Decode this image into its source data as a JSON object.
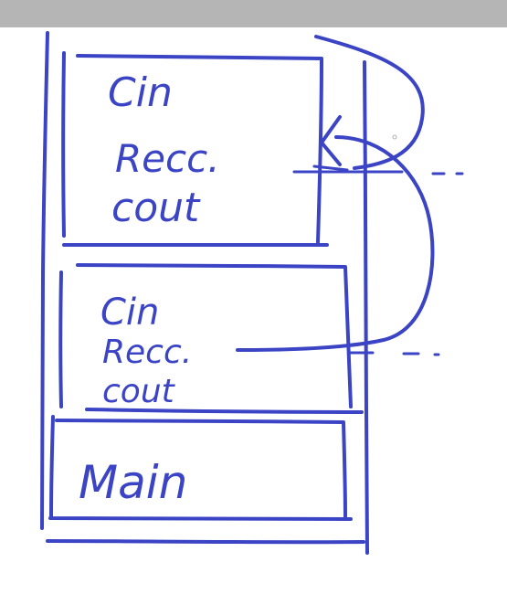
{
  "toolbar": {
    "color": "#b5b5b5"
  },
  "ink_color": "#3a44c4",
  "frames": {
    "frame_top": {
      "line1": "Cin",
      "line2": "Recc.",
      "line3": "cout"
    },
    "frame_mid": {
      "line1": "Cin",
      "line2": "Recc.",
      "line3": "cout"
    },
    "frame_main": {
      "label": "Main"
    }
  }
}
